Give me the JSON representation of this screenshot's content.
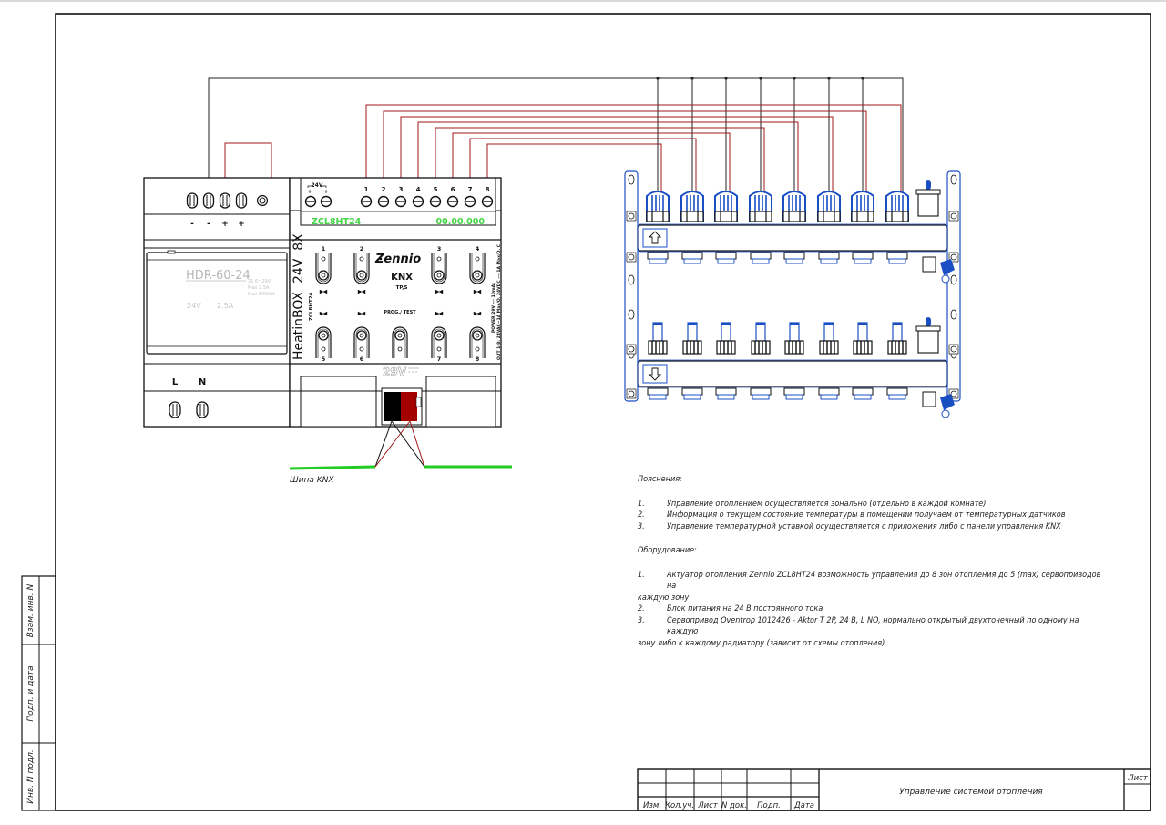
{
  "drawing": {
    "title": "Управление системой отопления",
    "sheet_label": "Лист"
  },
  "title_block": {
    "columns": [
      "Изм.",
      "Кол.уч.",
      "Лист",
      "N док.",
      "Подп.",
      "Дата"
    ]
  },
  "side_stamps": [
    "Взам. инв. N",
    "Подп. и дата",
    "Инв. N подл."
  ],
  "power_supply": {
    "model": "HDR-60-24",
    "specs": [
      "21.6~29V",
      "Max 2.5A",
      "Max 60Watt"
    ],
    "voltage": "24V",
    "current": "2.5A",
    "output_terminals": [
      "-",
      "-",
      "+",
      "+"
    ],
    "input_terminals": [
      "L",
      "N"
    ]
  },
  "actuator": {
    "brand": "Zennio",
    "model_code": "ZCL8HT24",
    "address": "00.00.000",
    "product_name": "HeatinBOX  24V  8X",
    "product_code": "ZCL8HT24",
    "supply_label": "24V",
    "supply_terminals": [
      "+",
      "+"
    ],
    "channels": [
      "1",
      "2",
      "3",
      "4",
      "5",
      "6",
      "7",
      "8"
    ],
    "knx_label": "KNX",
    "tp_label": "TP,S",
    "prog_label": "PROG./ TEST",
    "bus_voltage": "29V",
    "side_text_1": "POWER 29V --- 10mA;",
    "side_text_2": "OUT 1-8: 24VAC~1A Max/O. 24VDC --- 1A Max/O. C"
  },
  "knx_bus": {
    "label": "Шина KNX",
    "color": "#22cc22"
  },
  "manifold": {
    "outlets": 8,
    "supply_arrow": "up-arrow",
    "return_arrow": "down-arrow",
    "color": "#1a4fc4"
  },
  "wire_colors": {
    "common": "#222222",
    "signal": "#a01818"
  },
  "notes": {
    "explanations_title": "Пояснения:",
    "explanations": [
      {
        "num": "1.",
        "text": "Управление отоплением осуществляется зонально (отдельно в каждой комнате)"
      },
      {
        "num": "2.",
        "text": "Информация о текущем состояние температуры в помещении получаем от температурных датчиков"
      },
      {
        "num": "3.",
        "text": "Управление температурной уставкой осуществляется с приложения либо с панели управления KNX"
      }
    ],
    "equipment_title": "Оборудование:",
    "equipment": [
      {
        "num": "1.",
        "text": "Актуатор отопления Zennio ZCL8HT24 возможность управления до 8 зон отопления до 5 (max) сервоприводов на",
        "cont": "каждую зону"
      },
      {
        "num": "2.",
        "text": "Блок питания на 24 В постоянного тока",
        "cont": ""
      },
      {
        "num": "3.",
        "text": "Сервопривод Oventrop 1012426 - Aktor T 2P, 24 В, L NO, нормально открытый двухточечный по одному на каждую",
        "cont": "зону либо к каждому радиатору (зависит от схемы отопления)"
      }
    ]
  }
}
